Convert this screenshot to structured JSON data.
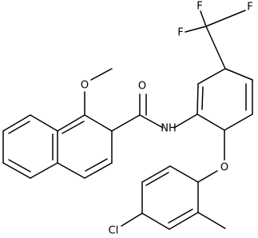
{
  "structure": {
    "atoms": {
      "F1": "F",
      "F2": "F",
      "F3": "F",
      "O_methoxy": "O",
      "O_carbonyl": "O",
      "N_amide": "NH",
      "O_ether": "O",
      "Cl": "Cl"
    },
    "colors": {
      "bond": "#000000",
      "label": "#000000",
      "background": "#ffffff"
    }
  }
}
